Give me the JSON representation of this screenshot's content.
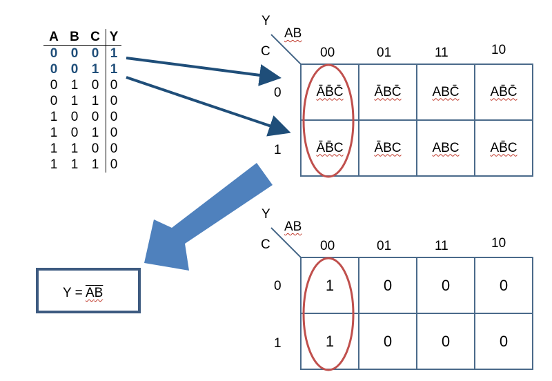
{
  "truth_table": {
    "headers": [
      "A",
      "B",
      "C",
      "Y"
    ],
    "rows": [
      [
        "0",
        "0",
        "0",
        "1"
      ],
      [
        "0",
        "0",
        "1",
        "1"
      ],
      [
        "0",
        "1",
        "0",
        "0"
      ],
      [
        "0",
        "1",
        "1",
        "0"
      ],
      [
        "1",
        "0",
        "0",
        "0"
      ],
      [
        "1",
        "0",
        "1",
        "0"
      ],
      [
        "1",
        "1",
        "0",
        "0"
      ],
      [
        "1",
        "1",
        "1",
        "0"
      ]
    ]
  },
  "kmap_axes": {
    "output": "Y",
    "columns_var": "AB",
    "rows_var": "C",
    "col_headers": [
      "00",
      "01",
      "11",
      "10"
    ],
    "row_headers": [
      "0",
      "1"
    ]
  },
  "kmap_minterms": {
    "row0": [
      "ĀB̄C̄",
      "ĀBC̄",
      "ABC̄",
      "AB̄C̄"
    ],
    "row1": [
      "ĀB̄C",
      "ĀBC",
      "ABC",
      "AB̄C"
    ]
  },
  "kmap_values": {
    "row0": [
      "1",
      "0",
      "0",
      "0"
    ],
    "row1": [
      "1",
      "0",
      "0",
      "0"
    ]
  },
  "result": {
    "prefix": "Y = ",
    "term_a": "A",
    "term_b": "B"
  },
  "colors": {
    "highlight_text": "#1f4e79",
    "arrow": "#1f4e79",
    "big_arrow": "#4f81bd",
    "group_ellipse": "#c0504d",
    "grid": "#4a6a8a",
    "box_border": "#3d5a80"
  }
}
